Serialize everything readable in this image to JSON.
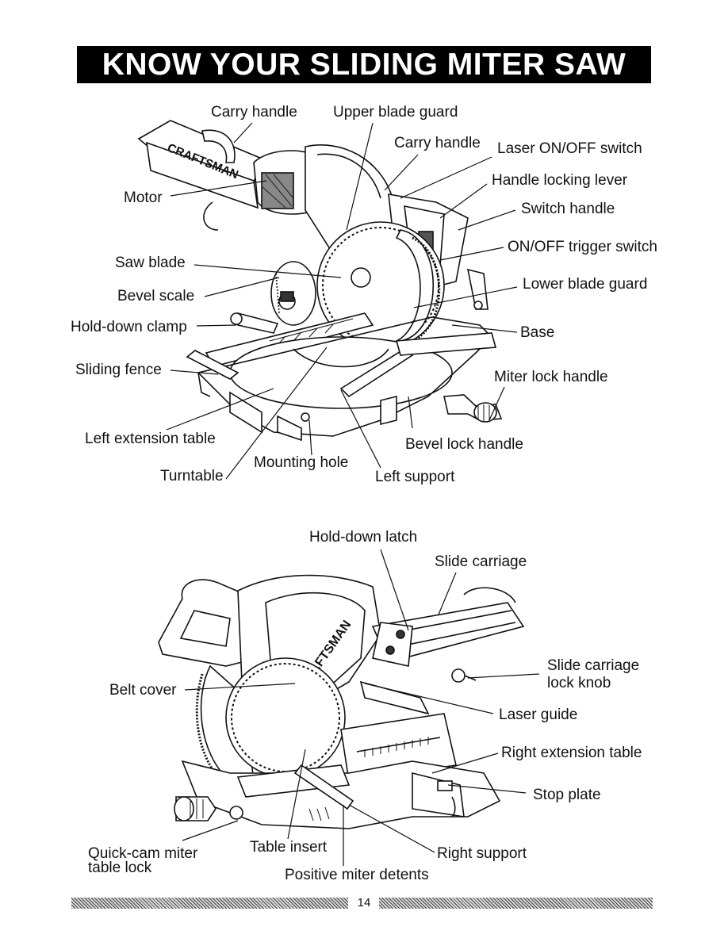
{
  "page": {
    "title": "KNOW YOUR SLIDING MITER SAW",
    "page_number": "14"
  },
  "figure_top": {
    "labels": {
      "carry_handle_1": "Carry handle",
      "upper_blade_guard": "Upper blade guard",
      "carry_handle_2": "Carry handle",
      "laser_switch": "Laser ON/OFF switch",
      "handle_locking_lever": "Handle locking lever",
      "switch_handle": "Switch handle",
      "trigger_switch": "ON/OFF trigger switch",
      "lower_blade_guard": "Lower blade guard",
      "base": "Base",
      "miter_lock_handle": "Miter lock handle",
      "bevel_lock_handle": "Bevel lock handle",
      "left_support": "Left support",
      "mounting_hole": "Mounting hole",
      "turntable": "Turntable",
      "left_extension_table": "Left extension table",
      "sliding_fence": "Sliding fence",
      "hold_down_clamp": "Hold-down clamp",
      "bevel_scale": "Bevel scale",
      "saw_blade": "Saw blade",
      "motor": "Motor"
    },
    "brand_text": "CRAFTSMAN"
  },
  "figure_bottom": {
    "labels": {
      "hold_down_latch": "Hold-down latch",
      "slide_carriage": "Slide carriage",
      "slide_carriage_lock_knob_1": "Slide carriage",
      "slide_carriage_lock_knob_2": "lock knob",
      "laser_guide": "Laser guide",
      "right_extension_table": "Right extension table",
      "stop_plate": "Stop plate",
      "right_support": "Right support",
      "positive_miter_detents": "Positive miter detents",
      "table_insert": "Table insert",
      "quick_cam_1": "Quick-cam miter",
      "quick_cam_2": "table lock",
      "belt_cover": "Belt cover"
    },
    "brand_text": "CRAFTSMAN"
  }
}
